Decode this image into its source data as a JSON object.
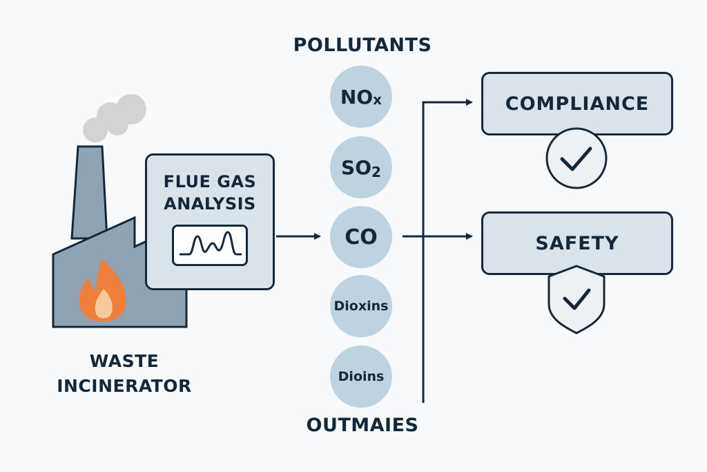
{
  "diagram": {
    "source": {
      "label_line1": "WASTE",
      "label_line2": "INCINERATOR",
      "icon": "factory-with-flame-icon"
    },
    "analysis": {
      "label_line1": "FLUE GAS",
      "label_line2": "ANALYSIS",
      "icon": "spectrum-graph-icon"
    },
    "pollutants": {
      "title": "POLLUTANTS",
      "items": [
        {
          "text": "NO",
          "sub": "x"
        },
        {
          "text": "SO",
          "sub": "2"
        },
        {
          "text": "CO",
          "sub": ""
        },
        {
          "text": "Dioxins",
          "sub": ""
        },
        {
          "text": "Dioins",
          "sub": ""
        }
      ],
      "footer": "OUTMAIES"
    },
    "outcomes": [
      {
        "label": "COMPLIANCE",
        "icon": "check-circle-icon"
      },
      {
        "label": "SAFETY",
        "icon": "shield-check-icon"
      }
    ],
    "colors": {
      "ink": "#15283a",
      "circle": "#bed2e0",
      "box": "#dbe3ea",
      "factory": "#8fa3b3",
      "flame": "#ef7f3a",
      "flame_inner": "#f6c89a",
      "smoke": "#d3d3d3"
    }
  }
}
